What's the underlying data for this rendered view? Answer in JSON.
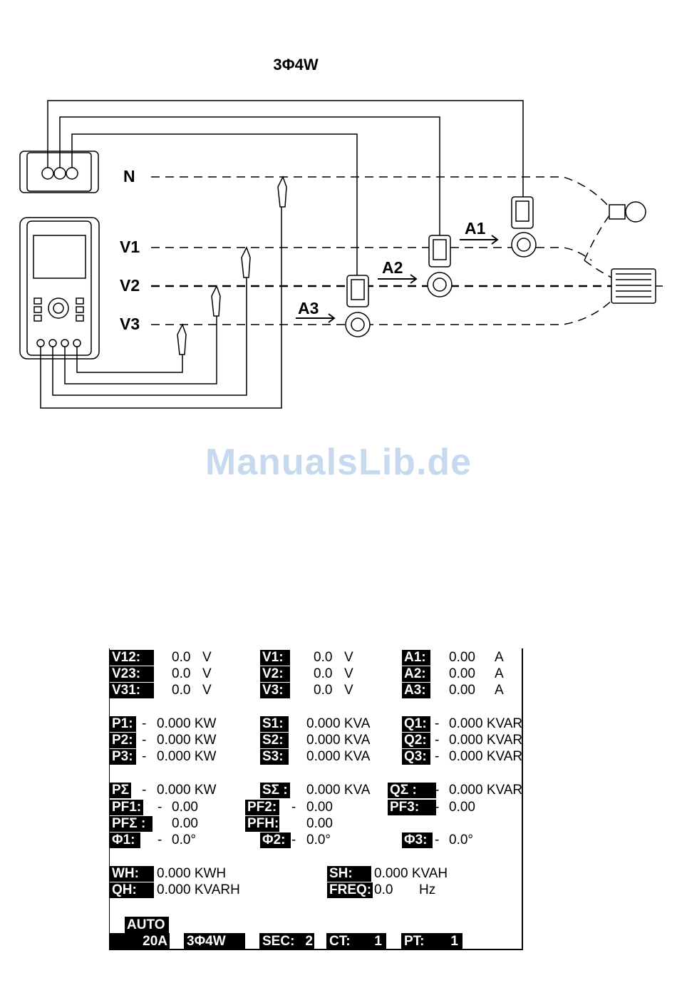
{
  "diagram": {
    "title": "3Φ4W",
    "lines": [
      "N",
      "V1",
      "V2",
      "V3"
    ],
    "clamps": [
      "A1",
      "A2",
      "A3"
    ]
  },
  "watermark": "ManualsLib.de",
  "screen": {
    "voltages": [
      {
        "label": "V12:",
        "value": "0.0",
        "unit": "V"
      },
      {
        "label": "V23:",
        "value": "0.0",
        "unit": "V"
      },
      {
        "label": "V31:",
        "value": "0.0",
        "unit": "V"
      },
      {
        "label": "V1:",
        "value": "0.0",
        "unit": "V"
      },
      {
        "label": "V2:",
        "value": "0.0",
        "unit": "V"
      },
      {
        "label": "V3:",
        "value": "0.0",
        "unit": "V"
      }
    ],
    "currents": [
      {
        "label": "A1:",
        "value": "0.00",
        "unit": "A"
      },
      {
        "label": "A2:",
        "value": "0.00",
        "unit": "A"
      },
      {
        "label": "A3:",
        "value": "0.00",
        "unit": "A"
      }
    ],
    "active_power": [
      {
        "label": "P1:",
        "sign": "-",
        "value": "0.000 KW"
      },
      {
        "label": "P2:",
        "sign": "-",
        "value": "0.000 KW"
      },
      {
        "label": "P3:",
        "sign": "-",
        "value": "0.000 KW"
      }
    ],
    "apparent_power": [
      {
        "label": "S1:",
        "value": "0.000 KVA"
      },
      {
        "label": "S2:",
        "value": "0.000 KVA"
      },
      {
        "label": "S3:",
        "value": "0.000 KVA"
      }
    ],
    "reactive_power": [
      {
        "label": "Q1:",
        "sign": "-",
        "value": "0.000 KVAR"
      },
      {
        "label": "Q2:",
        "sign": "-",
        "value": "0.000 KVAR"
      },
      {
        "label": "Q3:",
        "sign": "-",
        "value": "0.000 KVAR"
      }
    ],
    "totals": {
      "p_label": "PΣ",
      "p_sign": "-",
      "p_value": "0.000 KW",
      "s_label": "SΣ :",
      "s_value": "0.000 KVA",
      "q_label": "QΣ :",
      "q_sign": "-",
      "q_value": "0.000 KVAR"
    },
    "power_factor": {
      "pf1_label": "PF1:",
      "pf1_sign": "-",
      "pf1_value": "0.00",
      "pf2_label": "PF2:",
      "pf2_sign": "-",
      "pf2_value": "0.00",
      "pf3_label": "PF3:",
      "pf3_sign": "-",
      "pf3_value": "0.00",
      "pfs_label": "PFΣ :",
      "pfs_value": "0.00",
      "pfh_label": "PFH:",
      "pfh_value": "0.00"
    },
    "phase": {
      "p1_label": "Φ1:",
      "p1_sign": "-",
      "p1_value": "0.0°",
      "p2_label": "Φ2:",
      "p2_sign": "-",
      "p2_value": "0.0°",
      "p3_label": "Φ3:",
      "p3_sign": "-",
      "p3_value": "0.0°"
    },
    "energy": {
      "wh_label": "WH:",
      "wh_value": "0.000 KWH",
      "qh_label": "QH:",
      "qh_value": "0.000 KVARH",
      "sh_label": "SH:",
      "sh_value": "0.000 KVAH",
      "freq_label": "FREQ:",
      "freq_value": "0.0",
      "freq_unit": "Hz"
    },
    "status": {
      "mode": "AUTO",
      "range": "20A",
      "system": "3Φ4W",
      "sec_label": "SEC:",
      "sec_value": "2",
      "ct_label": "CT:",
      "ct_value": "1",
      "pt_label": "PT:",
      "pt_value": "1"
    }
  }
}
